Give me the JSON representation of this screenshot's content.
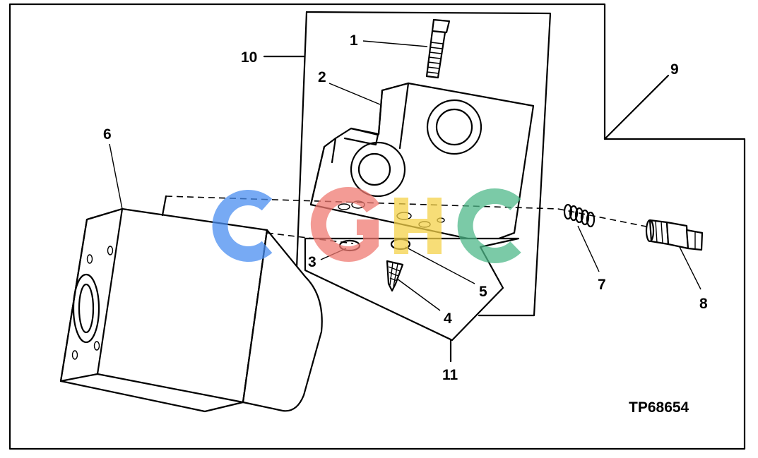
{
  "figure_id": "TP68654",
  "callouts": {
    "c1": "1",
    "c2": "2",
    "c3": "3",
    "c4": "4",
    "c5": "5",
    "c6": "6",
    "c7": "7",
    "c8": "8",
    "c9": "9",
    "c10": "10",
    "c11": "11"
  },
  "watermark": {
    "text": "CGHC",
    "colors": [
      "#4a8df0",
      "#f07a72",
      "#f5d24a",
      "#4fb98a"
    ]
  }
}
